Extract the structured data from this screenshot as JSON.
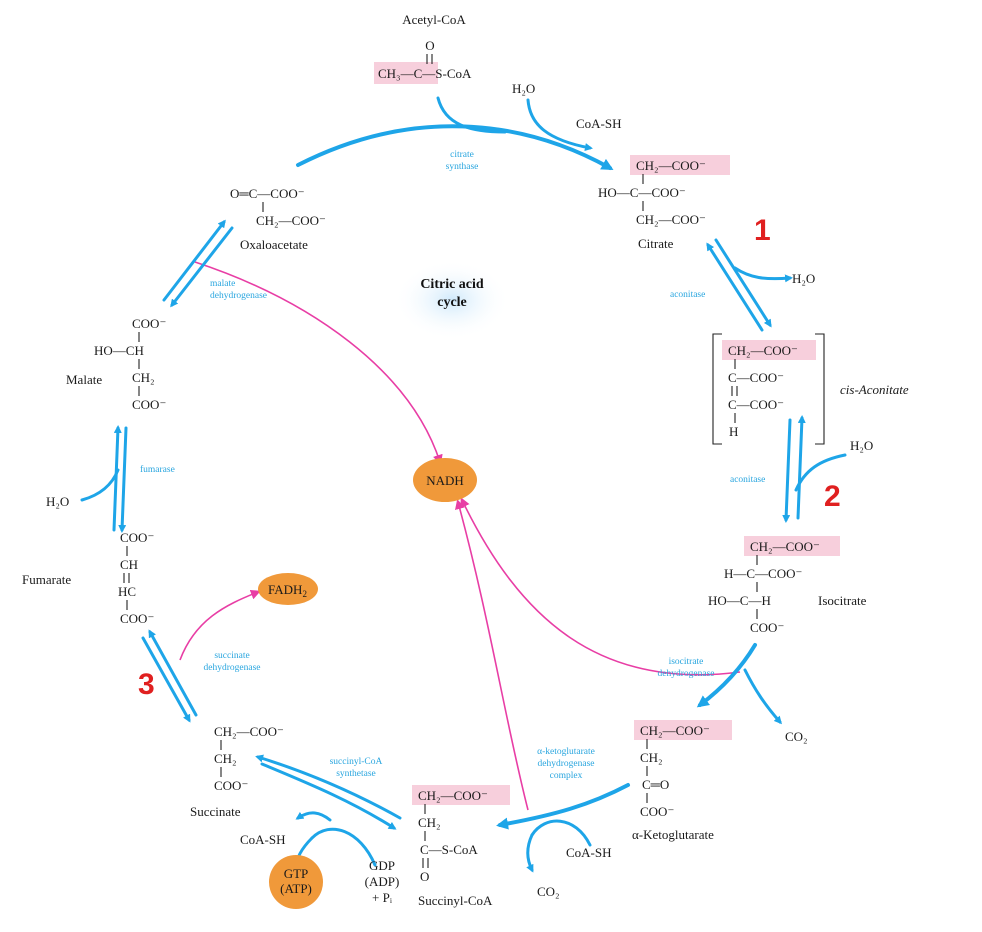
{
  "center_label": [
    "Citric acid",
    "cycle"
  ],
  "products": {
    "nadh": "NADH",
    "fadh2": "FADH",
    "fadh2_sub": "2",
    "gtp": [
      "GTP",
      "(ATP)"
    ]
  },
  "step_numbers": [
    "1",
    "2",
    "3"
  ],
  "compounds": {
    "acetyl_coa": "Acetyl-CoA",
    "citrate": "Citrate",
    "cis_aconitate": "cis-Aconitate",
    "isocitrate": "Isocitrate",
    "alpha_ketoglutarate": "α-Ketoglutarate",
    "succinyl_coa": "Succinyl-CoA",
    "succinate": "Succinate",
    "fumarate": "Fumarate",
    "malate": "Malate",
    "oxaloacetate": "Oxaloacetate"
  },
  "enzymes": {
    "citrate_synthase": [
      "citrate",
      "synthase"
    ],
    "aconitase_1": "aconitase",
    "aconitase_2": "aconitase",
    "isocitrate_dehydrogenase": [
      "isocitrate",
      "dehydrogenase"
    ],
    "akg_dehydrogenase": [
      "α-ketoglutarate",
      "dehydrogenase",
      "complex"
    ],
    "succinyl_coa_synthetase": [
      "succinyl-CoA",
      "synthetase"
    ],
    "succinate_dehydrogenase": [
      "succinate",
      "dehydrogenase"
    ],
    "fumarase": "fumarase",
    "malate_dehydrogenase": [
      "malate",
      "dehydrogenase"
    ]
  },
  "side_molecules": {
    "h2o_citrate": "H₂O",
    "coa_sh_citrate": "CoA-SH",
    "h2o_aconitase_out": "H₂O",
    "h2o_aconitase_in": "H₂O",
    "co2_isocitrate": "CO₂",
    "co2_akg": "CO₂",
    "coa_sh_akg": "CoA-SH",
    "coa_sh_succ": "CoA-SH",
    "gdp": [
      "GDP",
      "(ADP)",
      "+ Pᵢ"
    ],
    "h2o_fumarase": "H₂O"
  },
  "formulas": {
    "acetyl_coa": [
      "O",
      "CH₃—C—S-CoA"
    ],
    "citrate": [
      "CH₂—COO⁻",
      "HO—C—COO⁻",
      "CH₂—COO⁻"
    ],
    "cis_aconitate": [
      "CH₂—COO⁻",
      "C—COO⁻",
      "C—COO⁻",
      "H"
    ],
    "isocitrate": [
      "CH₂—COO⁻",
      "H—C—COO⁻",
      "HO—C—H",
      "COO⁻"
    ],
    "akg": [
      "CH₂—COO⁻",
      "CH₂",
      "C═O",
      "COO⁻"
    ],
    "succinyl_coa": [
      "CH₂—COO⁻",
      "CH₂",
      "C—S-CoA",
      "O"
    ],
    "succinate": [
      "CH₂—COO⁻",
      "CH₂",
      "COO⁻"
    ],
    "fumarate": [
      "COO⁻",
      "CH",
      "HC",
      "COO⁻"
    ],
    "malate": [
      "COO⁻",
      "HO—CH",
      "CH₂",
      "COO⁻"
    ],
    "oxaloacetate": [
      "O═C—COO⁻",
      "CH₂—COO⁻"
    ]
  },
  "colors": {
    "arrow": "#1ea5e8",
    "enzyme_text": "#2aa6df",
    "energy_product": "#f0993a",
    "electron_path": "#e83ea5",
    "highlight": "#f7cfdc",
    "step_number": "#e02020"
  }
}
